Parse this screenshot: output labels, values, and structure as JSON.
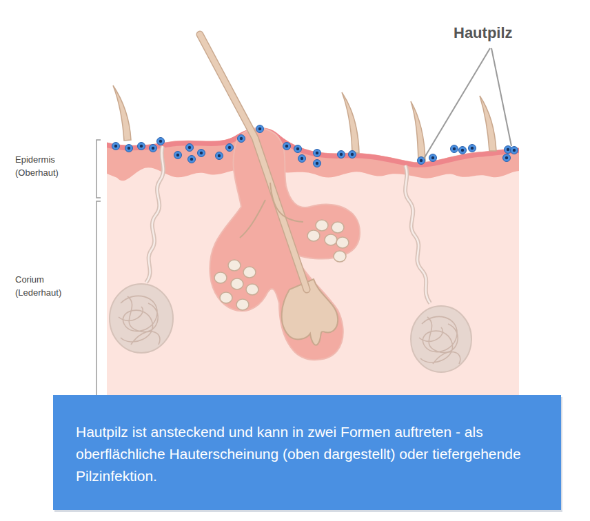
{
  "diagram": {
    "nodes": [
      {
        "text": [
          "Hautpilz ist ansteckend und kann in zwei Formen auftreten - als oberflächliche Hauterscheinung (oben dargestellt) oder tiefergehende Pilzinfektion."
        ]
      }
    ],
    "labels": [
      "Hautpilz",
      "Epidermis (Oberhaut)",
      "Corium (Lederhaut)"
    ]
  }
}
